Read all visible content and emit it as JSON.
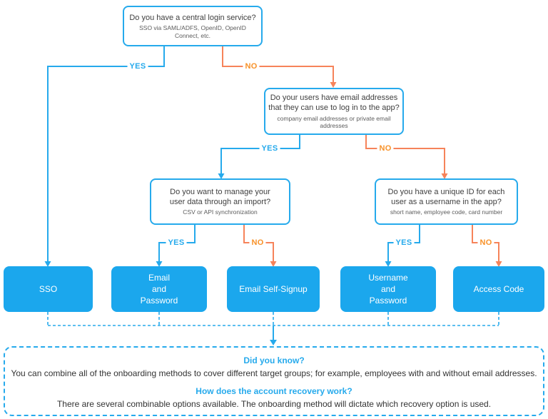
{
  "colors": {
    "blue": "#26aaec",
    "blue-fill": "#1ba7ed",
    "orange-line": "#f6835a",
    "orange-label": "#f89229",
    "title-color": "#3f3f3f",
    "subtitle-color": "#5c5c5c",
    "body-color": "#333333"
  },
  "labels": {
    "yes": "YES",
    "no": "NO"
  },
  "questions": [
    {
      "title": "Do you have a central login service?",
      "subtitle": "SSO via SAML/ADFS, OpenID, OpenID Connect, etc."
    },
    {
      "title": "Do your users have email addresses\nthat they can use to log in to the app?",
      "subtitle": "company email addresses or private email addresses"
    },
    {
      "title": "Do you want to manage your\nuser data through an import?",
      "subtitle": "CSV or API synchronization"
    },
    {
      "title": "Do you have a unique ID for each\nuser as a username in the app?",
      "subtitle": "short name, employee code, card number"
    }
  ],
  "results": [
    {
      "label": "SSO"
    },
    {
      "label": "Email\nand\nPassword"
    },
    {
      "label": "Email Self-Signup"
    },
    {
      "label": "Username\nand\nPassword"
    },
    {
      "label": "Access Code"
    }
  ],
  "info": {
    "heading1": "Did you know?",
    "body1": "You can combine all of the onboarding methods to cover different target groups; for example, employees with and without email addresses.",
    "heading2": "How does the account recovery work?",
    "body2": "There are several combinable options available. The onboarding method will dictate which recovery option is used."
  }
}
